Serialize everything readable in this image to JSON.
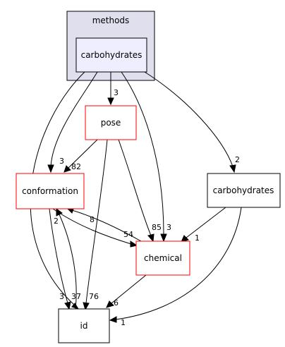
{
  "diagram": {
    "cluster_title": "methods",
    "nodes": {
      "carbohydrates_inner": {
        "label": "carbohydrates"
      },
      "pose": {
        "label": "pose"
      },
      "conformation": {
        "label": "conformation"
      },
      "carbohydrates_outer": {
        "label": "carbohydrates"
      },
      "chemical": {
        "label": "chemical"
      },
      "id": {
        "label": "id"
      }
    },
    "edges": {
      "carb_to_pose": "3",
      "carb_to_conformation": "3",
      "carb_to_chemical": "3",
      "carb_to_carb_outer": "2",
      "carb_to_id": "3",
      "pose_to_conformation": "82",
      "pose_to_chemical": "85",
      "pose_to_id": "76",
      "conformation_to_chemical": "54",
      "chemical_to_conformation": "8",
      "conformation_to_id": "37",
      "id_to_conformation": "2",
      "carb_outer_to_chemical": "1",
      "carb_outer_to_id": "1",
      "chemical_to_id": "6"
    },
    "colors": {
      "cluster_fill": "#dfdfee",
      "cluster_stroke": "#000000",
      "inner_node_fill": "#eeeeff",
      "red_border": "#ff0000",
      "black_border": "#000000"
    }
  }
}
